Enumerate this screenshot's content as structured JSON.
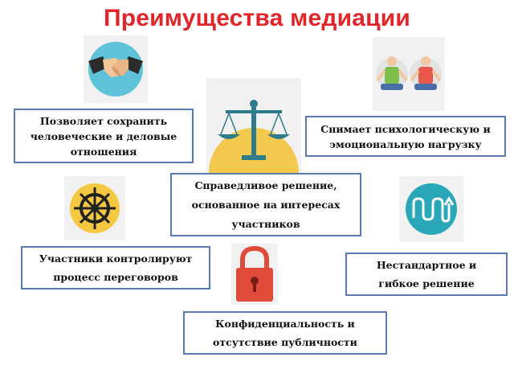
{
  "title": "Преимущества медиации",
  "benefits": [
    {
      "line1": "Позволяет сохранить",
      "line2": "человеческие и деловые",
      "line3": "отношения",
      "icon": "handshake-icon"
    },
    {
      "line1": "Снимает психологическую и",
      "line2": "эмоциональную нагрузку",
      "icon": "meditation-icon"
    },
    {
      "line1": "Справедливое решение,",
      "line2": "основанное на интересах",
      "line3": "участников",
      "icon": "scales-icon"
    },
    {
      "line1": "Участники контролируют",
      "line2": "процесс переговоров",
      "icon": "ship-wheel-icon"
    },
    {
      "line1": "Нестандартное и",
      "line2": "гибкое решение",
      "icon": "wavy-arrow-icon"
    },
    {
      "line1": "Конфиденциальность и",
      "line2": "отсутствие публичности",
      "icon": "padlock-icon"
    }
  ],
  "colors": {
    "title": "#e0262a",
    "box_border": "#5b7bb0",
    "handshake_bg": "#5ec3d8",
    "scales_bg": "#f2c94c",
    "scales": "#2c7c8c",
    "wheel_bg": "#f5c842",
    "wave_bg": "#2aa7b8",
    "lock": "#e04b3c"
  }
}
